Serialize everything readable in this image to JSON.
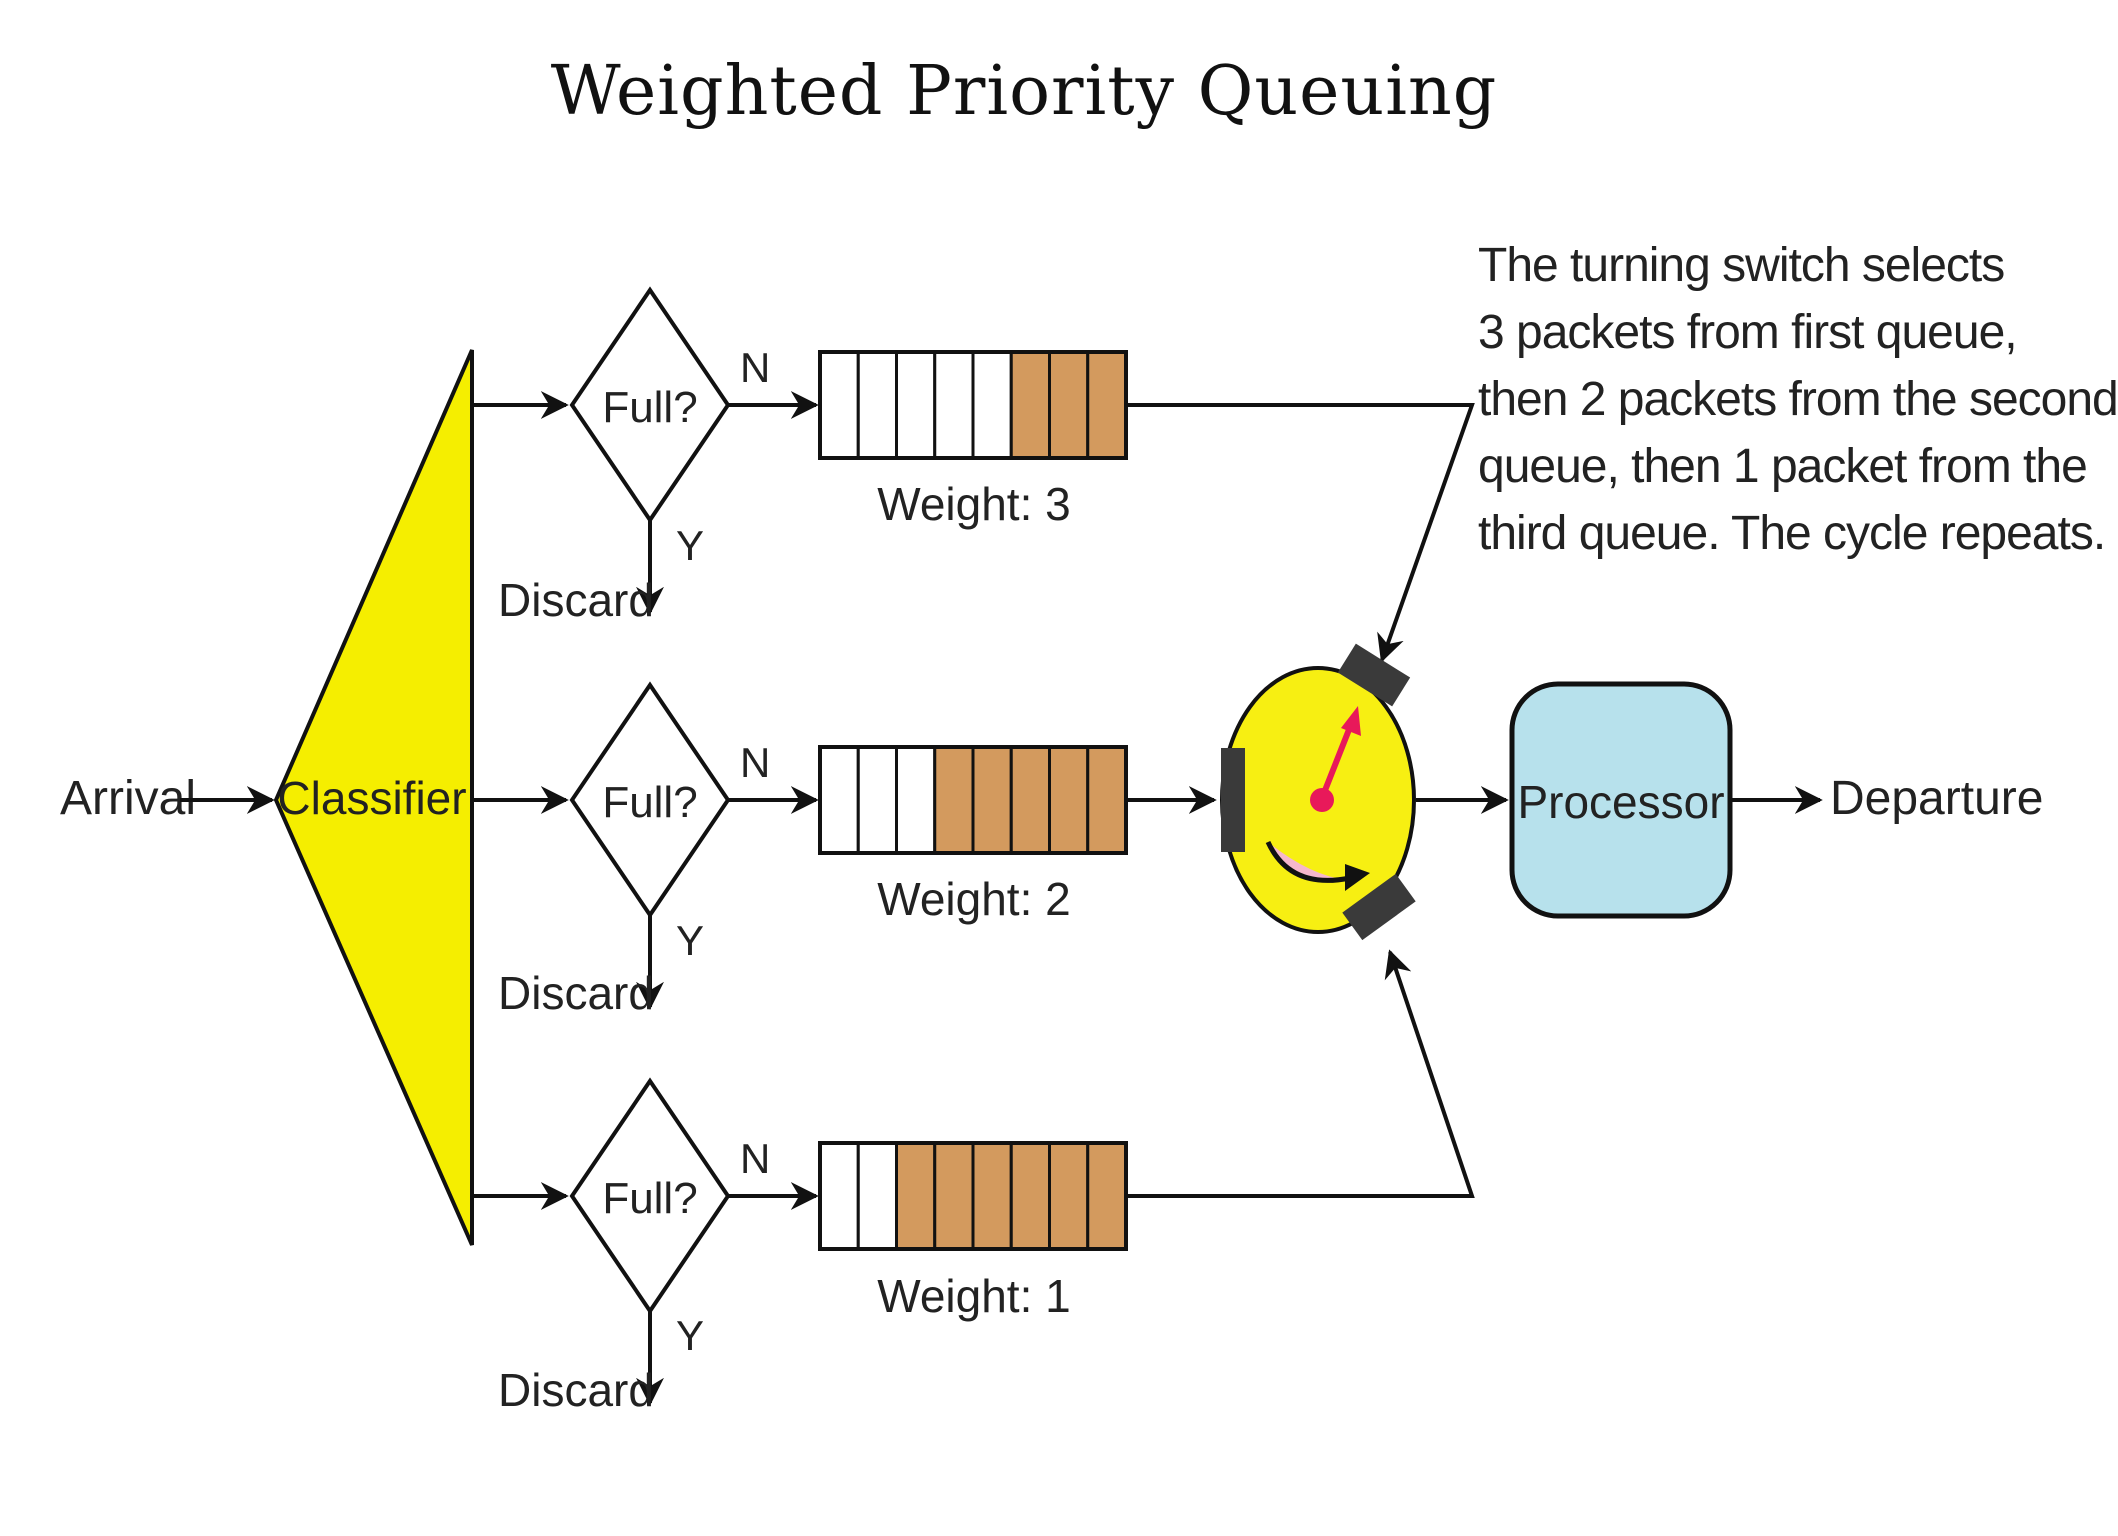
{
  "title": "Weighted Priority Queuing",
  "arrival_label": "Arrival",
  "classifier_label": "Classifier",
  "processor_label": "Processor",
  "departure_label": "Departure",
  "queues": [
    {
      "full_label": "Full?",
      "no_label": "N",
      "yes_label": "Y",
      "discard_label": "Discard",
      "weight_label": "Weight: 3",
      "total_slots": 8,
      "filled_slots": 3
    },
    {
      "full_label": "Full?",
      "no_label": "N",
      "yes_label": "Y",
      "discard_label": "Discard",
      "weight_label": "Weight: 2",
      "total_slots": 8,
      "filled_slots": 5
    },
    {
      "full_label": "Full?",
      "no_label": "N",
      "yes_label": "Y",
      "discard_label": "Discard",
      "weight_label": "Weight: 1",
      "total_slots": 8,
      "filled_slots": 6
    }
  ],
  "note_lines": [
    "The turning switch selects",
    "3 packets from first queue,",
    "then 2 packets from the second",
    "queue, then 1 packet from the",
    "third queue. The cycle repeats."
  ],
  "colors": {
    "classifier": "#f5ee00",
    "switch": "#f7ef12",
    "packet_filled": "#d39a5e",
    "processor": "#b7e1ec",
    "pointer": "#e8195a",
    "contact": "#3a3a3a"
  }
}
